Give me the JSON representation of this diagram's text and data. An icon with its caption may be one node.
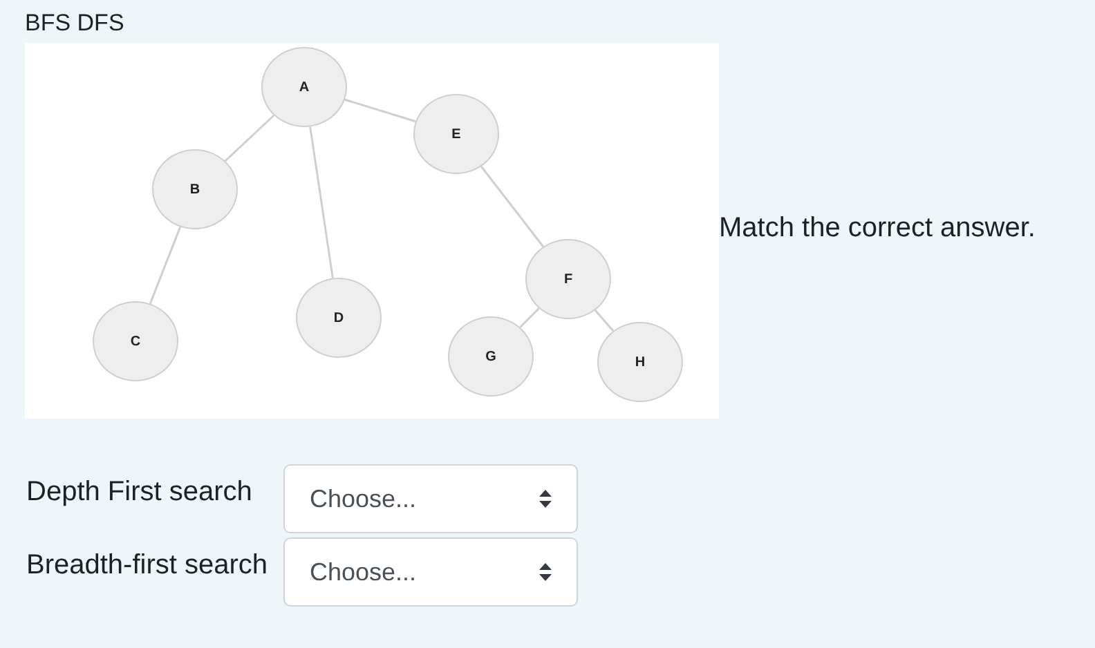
{
  "diagram": {
    "title": "BFS DFS",
    "nodes": [
      {
        "text": [
          "A"
        ]
      },
      {
        "text": [
          "B"
        ]
      },
      {
        "text": [
          "C"
        ]
      },
      {
        "text": [
          "D"
        ]
      },
      {
        "text": [
          "E"
        ]
      },
      {
        "text": [
          "F"
        ]
      },
      {
        "text": [
          "G"
        ]
      },
      {
        "text": [
          "H"
        ]
      }
    ],
    "edges": [
      {
        "from": 0,
        "to": 1,
        "arrow": "none"
      },
      {
        "from": 0,
        "to": 4,
        "arrow": "none"
      },
      {
        "from": 0,
        "to": 3,
        "arrow": "none"
      },
      {
        "from": 1,
        "to": 2,
        "arrow": "none"
      },
      {
        "from": 4,
        "to": 5,
        "arrow": "none"
      },
      {
        "from": 5,
        "to": 6,
        "arrow": "none"
      },
      {
        "from": 5,
        "to": 7,
        "arrow": "none"
      }
    ],
    "labels": [
      "Match the correct answer.",
      "Depth First search",
      "Choose...",
      "Breadth-first search",
      "Choose..."
    ]
  }
}
